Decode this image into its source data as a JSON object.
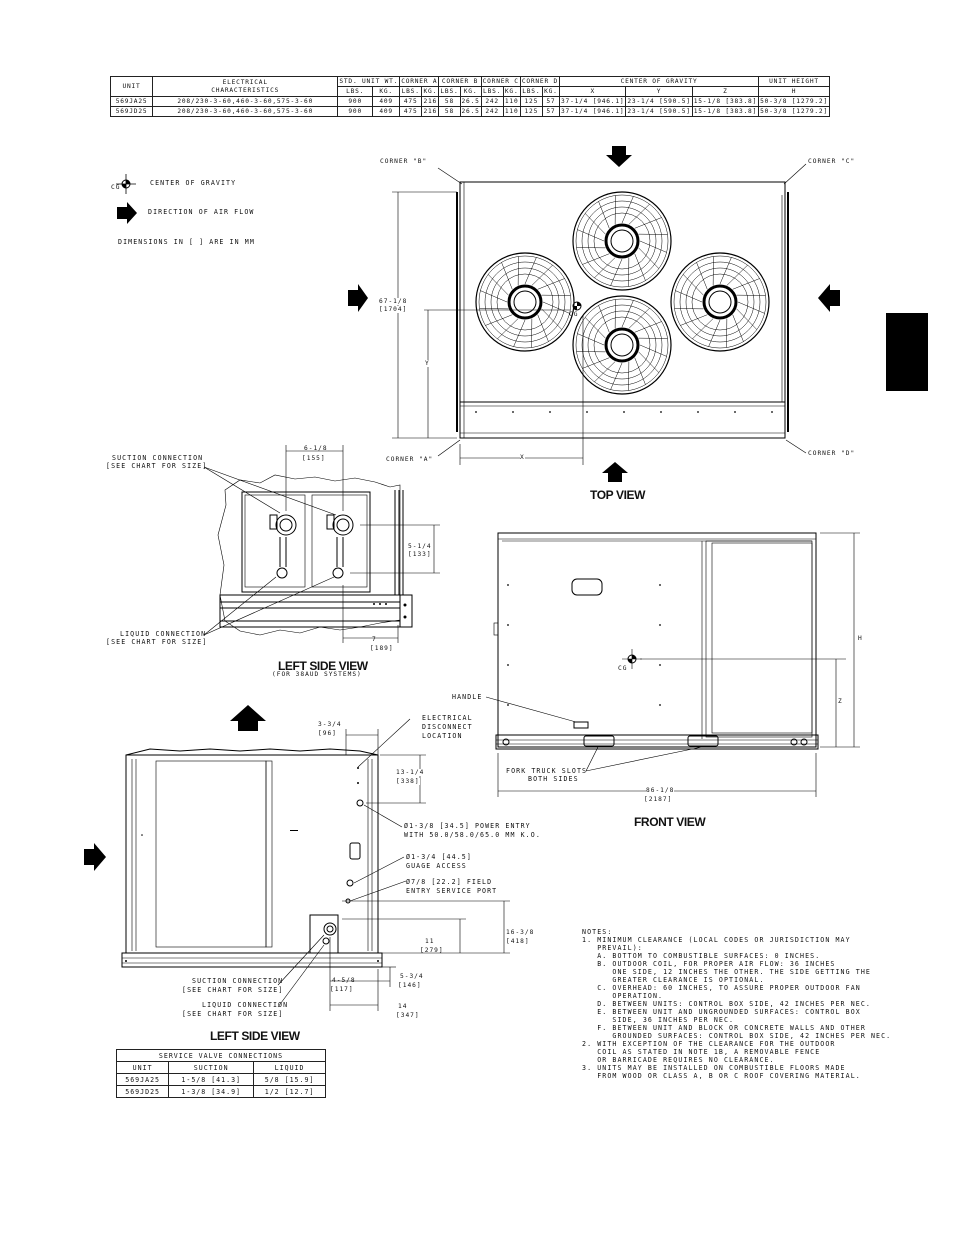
{
  "spec_table": {
    "headers": {
      "unit": "UNIT",
      "electrical": "ELECTRICAL CHARACTERISTICS",
      "std_unit_wt": "STD. UNIT WT.",
      "corner_a": "CORNER A",
      "corner_b": "CORNER B",
      "corner_c": "CORNER C",
      "corner_d": "CORNER D",
      "center_of_gravity": "CENTER OF GRAVITY",
      "unit_height": "UNIT HEIGHT",
      "lbs": "LBS.",
      "kg": "KG.",
      "x": "X",
      "y": "Y",
      "z": "Z",
      "h": "H"
    },
    "rows": [
      [
        "569JA25",
        "208/230-3-60,460-3-60,575-3-60",
        "900",
        "409",
        "475",
        "216",
        "58",
        "26.5",
        "242",
        "110",
        "125",
        "57",
        "37-1/4 [946.1]",
        "23-1/4 [590.5]",
        "15-1/8 [383.8]",
        "50-3/8 [1279.2]"
      ],
      [
        "569JD25",
        "208/230-3-60,460-3-60,575-3-60",
        "900",
        "409",
        "475",
        "216",
        "58",
        "26.5",
        "242",
        "110",
        "125",
        "57",
        "37-1/4 [946.1]",
        "23-1/4 [590.5]",
        "15-1/8 [383.8]",
        "50-3/8 [1279.2]"
      ]
    ]
  },
  "legend": {
    "cg_symbol": "CG",
    "cg_text": "CENTER OF GRAVITY",
    "airflow_text": "DIRECTION OF AIR FLOW",
    "dims_text": "DIMENSIONS IN [ ] ARE IN MM"
  },
  "top_view": {
    "title": "TOP VIEW",
    "corner_a": "CORNER \"A\"",
    "corner_b": "CORNER \"B\"",
    "corner_c": "CORNER \"C\"",
    "corner_d": "CORNER \"D\"",
    "depth_dim": "67-1/8",
    "depth_dim_mm": "[1704]",
    "y_label": "Y",
    "x_label": "X",
    "cg": "CG"
  },
  "left_side_upper": {
    "title": "LEFT SIDE VIEW",
    "subtitle": "(FOR 38AUD SYSTEMS)",
    "suction_line1": "SUCTION CONNECTION",
    "suction_line2": "[SEE CHART FOR SIZE]",
    "liquid_line1": "LIQUID CONNECTION",
    "liquid_line2": "[SEE CHART FOR SIZE]",
    "dim_top": "6-1/8",
    "dim_top_mm": "[155]",
    "dim_right": "5-1/4",
    "dim_right_mm": "[133]",
    "dim_bottom": "7",
    "dim_bottom_mm": "[189]"
  },
  "front_view": {
    "title": "FRONT VIEW",
    "h_label": "H",
    "z_label": "Z",
    "cg": "CG",
    "handle": "HANDLE",
    "fork_line1": "FORK TRUCK SLOTS",
    "fork_line2": "BOTH SIDES",
    "width_dim": "86-1/8",
    "width_dim_mm": "[2187]"
  },
  "left_side_lower": {
    "title": "LEFT SIDE VIEW",
    "dim_375": "3-3/4",
    "dim_375_mm": "[96]",
    "electrical_line1": "ELECTRICAL",
    "electrical_line2": "DISCONNECT",
    "electrical_line3": "LOCATION",
    "dim_1325": "13-1/4",
    "dim_1325_mm": "[338]",
    "power_line1": "Ø1-3/8 [34.5] POWER ENTRY",
    "power_line2": "WITH 50.0/58.0/65.0 MM K.O.",
    "gauge_line1": "Ø1-3/4 [44.5]",
    "gauge_line2": "GUAGE ACCESS",
    "field_line1": "Ø7/8 [22.2] FIELD",
    "field_line2": "ENTRY SERVICE PORT",
    "dim_1638": "16-3/8",
    "dim_1638_mm": "[418]",
    "dim_11": "11",
    "dim_11_mm": "[279]",
    "dim_458": "4-5/8",
    "dim_458_mm": "[117]",
    "dim_534": "5-3/4",
    "dim_534_mm": "[146]",
    "dim_14": "14",
    "dim_14_mm": "[347]",
    "suction_line1": "SUCTION CONNECTION",
    "suction_line2": "[SEE CHART FOR SIZE]",
    "liquid_line1": "LIQUID CONNECTION",
    "liquid_line2": "[SEE CHART FOR SIZE]"
  },
  "service_valve": {
    "title": "SERVICE VALVE CONNECTIONS",
    "headers": [
      "UNIT",
      "SUCTION",
      "LIQUID"
    ],
    "rows": [
      [
        "569JA25",
        "1-5/8 [41.3]",
        "5/8 [15.9]"
      ],
      [
        "569JD25",
        "1-3/8 [34.9]",
        "1/2 [12.7]"
      ]
    ]
  },
  "notes": {
    "heading": "NOTES:",
    "lines": [
      "1. MINIMUM CLEARANCE (LOCAL CODES OR JURISDICTION MAY",
      "   PREVAIL):",
      "   A. BOTTOM TO COMBUSTIBLE SURFACES: 0 INCHES.",
      "   B. OUTDOOR COIL, FOR PROPER AIR FLOW: 36 INCHES",
      "      ONE SIDE, 12 INCHES THE OTHER. THE SIDE GETTING THE",
      "      GREATER CLEARANCE IS OPTIONAL.",
      "   C. OVERHEAD: 60 INCHES, TO ASSURE PROPER OUTDOOR FAN",
      "      OPERATION.",
      "   D. BETWEEN UNITS: CONTROL BOX SIDE, 42 INCHES PER NEC.",
      "   E. BETWEEN UNIT AND UNGROUNDED SURFACES: CONTROL BOX",
      "      SIDE, 36 INCHES PER NEC.",
      "   F. BETWEEN UNIT AND BLOCK OR CONCRETE WALLS AND OTHER",
      "      GROUNDED SURFACES: CONTROL BOX SIDE, 42 INCHES PER NEC.",
      "2. WITH EXCEPTION OF THE CLEARANCE FOR THE OUTDOOR",
      "   COIL AS STATED IN NOTE 1B, A REMOVABLE FENCE",
      "   OR BARRICADE REQUIRES NO CLEARANCE.",
      "3. UNITS MAY BE INSTALLED ON COMBUSTIBLE FLOORS MADE",
      "   FROM WOOD OR CLASS A, B OR C ROOF COVERING MATERIAL."
    ]
  }
}
